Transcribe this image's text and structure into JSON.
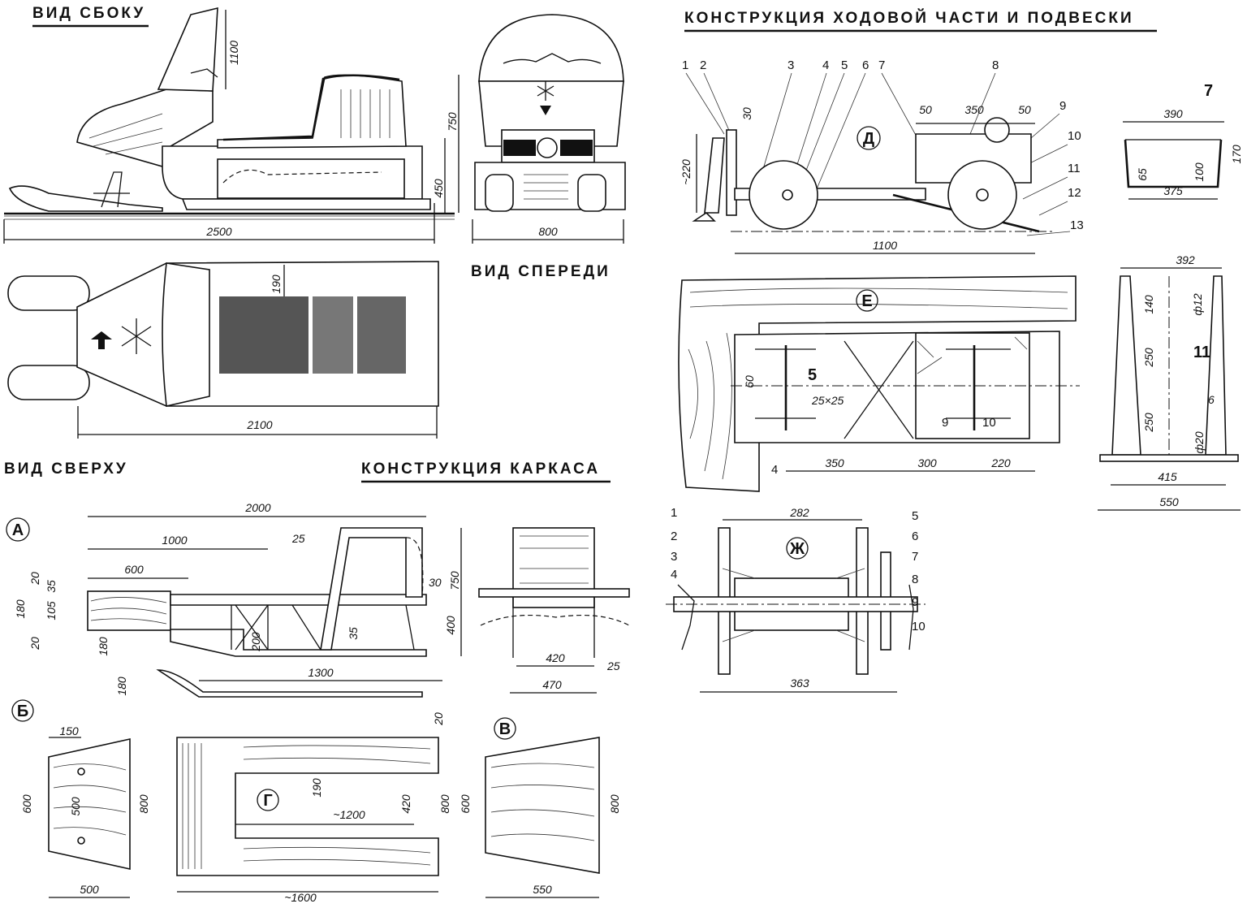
{
  "headings": {
    "side_view": "ВИД СБОКУ",
    "front_view": "ВИД СПЕРЕДИ",
    "top_view": "ВИД СВЕРХУ",
    "frame_design": "КОНСТРУКЦИЯ КАРКАСА",
    "chassis_design": "КОНСТРУКЦИЯ ХОДОВОЙ ЧАСТИ И ПОДВЕСКИ"
  },
  "callouts": {
    "a": "А",
    "b": "Б",
    "v": "В",
    "g": "Г",
    "d": "Д",
    "e": "Е",
    "zh": "Ж"
  },
  "side_dims": {
    "height_top": "1100",
    "h_750": "750",
    "h_450": "450",
    "length": "2500"
  },
  "front_dims": {
    "width": "800"
  },
  "top_dims": {
    "w_190": "190",
    "length": "2100"
  },
  "frame_dims": {
    "d2000": "2000",
    "d1000": "1000",
    "d600": "600",
    "d25": "25",
    "d30": "30",
    "d750": "750",
    "d20a": "20",
    "d35a": "35",
    "d180a": "180",
    "d105": "105",
    "d20b": "20",
    "d180b": "180",
    "d200": "200",
    "d35b": "35",
    "d400": "400",
    "d1300": "1300",
    "d180c": "180",
    "d20c": "20",
    "d420": "420",
    "d25b": "25",
    "d470": "470"
  },
  "b_dims": {
    "d150": "150",
    "d600": "600",
    "d500v": "500",
    "d800": "800",
    "d500": "500"
  },
  "g_dims": {
    "d190": "190",
    "d1200": "~1200",
    "d420": "420",
    "d800": "800",
    "d1600": "~1600"
  },
  "v_dims": {
    "d600": "600",
    "d800": "800",
    "d550": "550"
  },
  "d_labels": [
    "1",
    "2",
    "3",
    "4",
    "5",
    "6",
    "7",
    "8",
    "9",
    "10",
    "11",
    "12",
    "13"
  ],
  "d_dims": {
    "d30": "30",
    "d220": "~220",
    "d50a": "50",
    "d350": "350",
    "d50b": "50",
    "d1100": "1100"
  },
  "e_dims": {
    "d60": "60",
    "d25x25": "25×25",
    "d350": "350",
    "d300": "300",
    "d220": "220"
  },
  "e_labels": {
    "n5": "5",
    "n9": "9",
    "n10": "10",
    "n4": "4"
  },
  "part7_dims": {
    "label": "7",
    "d390": "390",
    "d65": "65",
    "d100": "100",
    "d170": "170",
    "d375": "375"
  },
  "part11_dims": {
    "label": "11",
    "d392": "392",
    "d140": "140",
    "d12": "ф12",
    "d250a": "250",
    "d250b": "250",
    "d6": "6",
    "d20": "ф20",
    "d415": "415",
    "d550": "550"
  },
  "zh_labels": [
    "1",
    "2",
    "3",
    "4",
    "5",
    "6",
    "7",
    "8",
    "9",
    "10"
  ],
  "zh_dims": {
    "d282": "282",
    "d363": "363"
  },
  "icons": [
    "snowflake-icon",
    "arrow-up-icon",
    "arrow-down-icon",
    "headlight-icon"
  ]
}
